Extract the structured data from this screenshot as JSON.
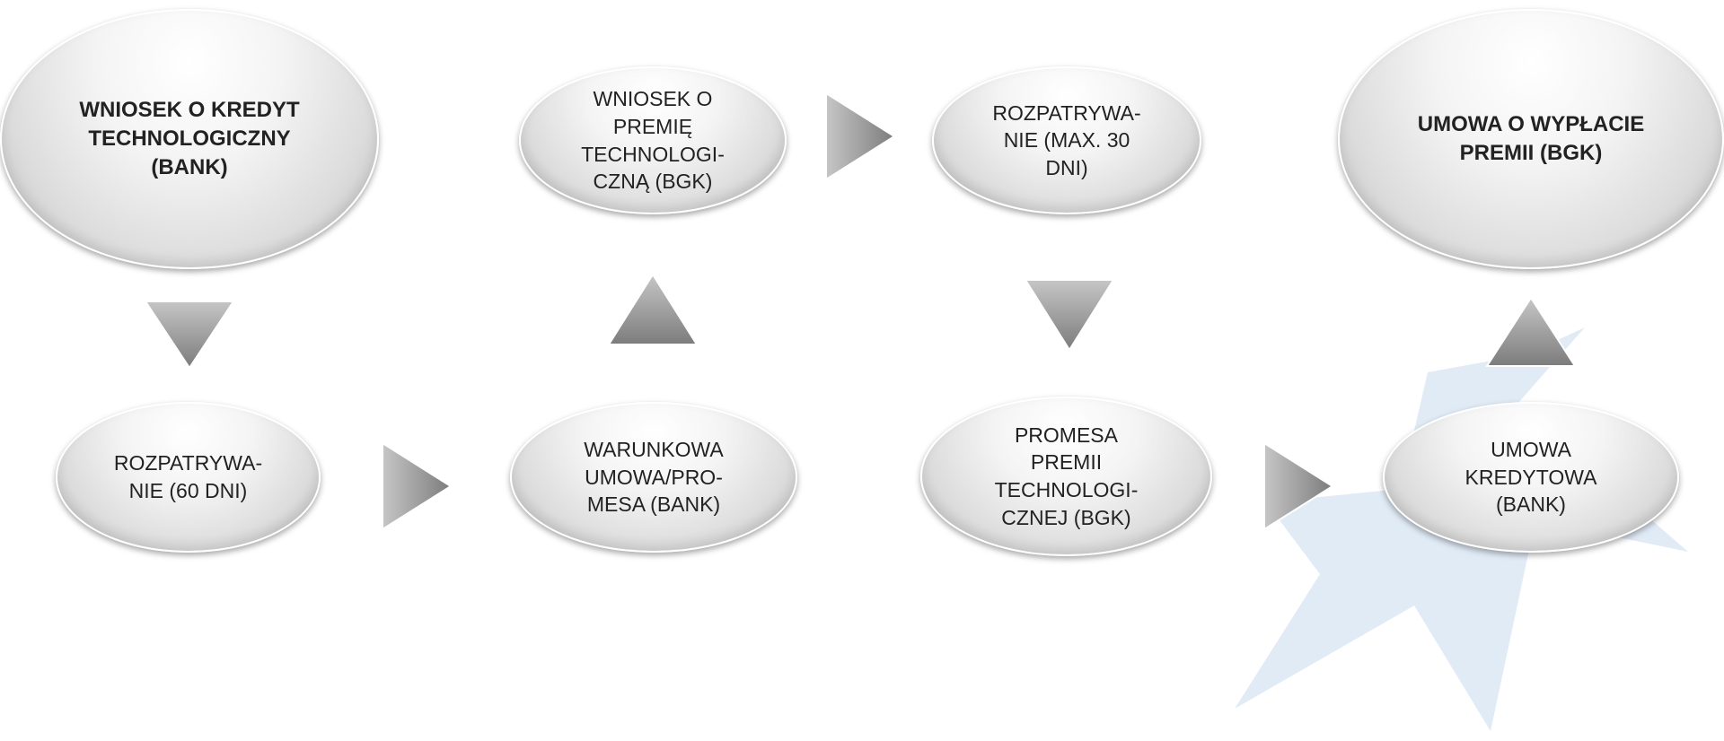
{
  "diagram": {
    "nodes": [
      {
        "id": "n1",
        "text": "WNIOSEK O KREDYT\nTECHNOLOGICZNY\n(BANK)",
        "bold": true
      },
      {
        "id": "n2",
        "text": "ROZPATRYWA-\nNIE (60 DNI)",
        "bold": false
      },
      {
        "id": "n3",
        "text": "WARUNKOWA\nUMOWA/PRO-\nMESA (BANK)",
        "bold": false
      },
      {
        "id": "n4",
        "text": "WNIOSEK O\nPREMIĘ\nTECHNOLOGI-\nCZNĄ (BGK)",
        "bold": false
      },
      {
        "id": "n5",
        "text": "ROZPATRYWA-\nNIE (MAX. 30\nDNI)",
        "bold": false
      },
      {
        "id": "n6",
        "text": "PROMESA\nPREMII\nTECHNOLOGI-\nCZNEJ (BGK)",
        "bold": false
      },
      {
        "id": "n7",
        "text": "UMOWA\nKREDYTOWA\n(BANK)",
        "bold": false
      },
      {
        "id": "n8",
        "text": "UMOWA O WYPŁACIE\nPREMII (BGK)",
        "bold": true
      }
    ],
    "arrows": [
      {
        "from": "n1",
        "to": "n2",
        "direction": "down"
      },
      {
        "from": "n2",
        "to": "n3",
        "direction": "right"
      },
      {
        "from": "n3",
        "to": "n4",
        "direction": "up"
      },
      {
        "from": "n4",
        "to": "n5",
        "direction": "right"
      },
      {
        "from": "n5",
        "to": "n6",
        "direction": "down"
      },
      {
        "from": "n6",
        "to": "n7",
        "direction": "right"
      },
      {
        "from": "n7",
        "to": "n8",
        "direction": "up"
      }
    ],
    "colors": {
      "arrow_light": "#c4c4c4",
      "arrow_dark": "#7a7a7a",
      "watermark": "#dce8f5",
      "node_text": "#222222"
    }
  }
}
